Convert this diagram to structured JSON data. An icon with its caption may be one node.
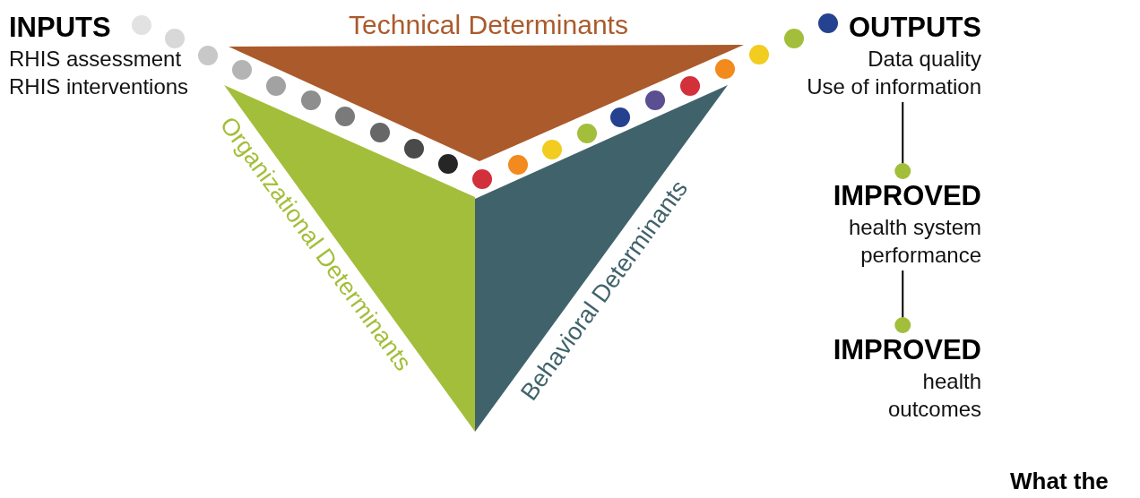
{
  "diagram": {
    "nodes": [
      {
        "text": [
          "INPUTS",
          "RHIS assessment",
          "RHIS interventions"
        ]
      },
      {
        "text": [
          "Technical Determinants"
        ]
      },
      {
        "text": [
          "Organizational Determinants"
        ]
      },
      {
        "text": [
          "Behavioral Determinants"
        ]
      },
      {
        "text": [
          "OUTPUTS",
          "Data quality",
          "Use of information"
        ]
      },
      {
        "text": [
          "IMPROVED",
          "health system performance"
        ]
      },
      {
        "text": [
          "IMPROVED",
          "health outcomes"
        ]
      }
    ],
    "edges": [
      {
        "from": 4,
        "to": 5,
        "arrow": "other"
      },
      {
        "from": 5,
        "to": 6,
        "arrow": "other"
      }
    ],
    "labels": [
      "What the"
    ]
  }
}
